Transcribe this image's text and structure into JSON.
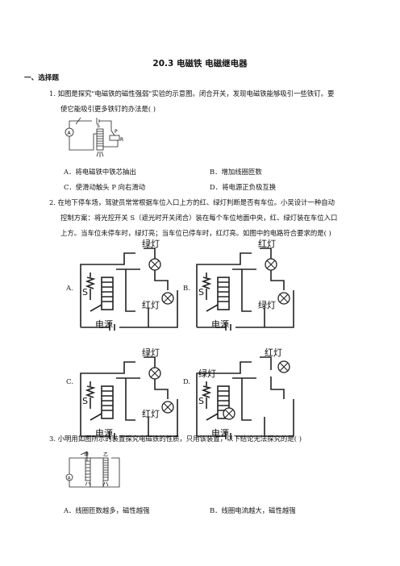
{
  "title": "20.3  电磁铁  电磁继电器",
  "section": "一、选择题",
  "q1": {
    "line1": "1. 如图是探究\"电磁铁的磁性强弱\"实验的示意图。闭合开关，发现电磁铁能够吸引一些铁钉。要",
    "line2": "使它能吸引更多铁钉的办法是(    )",
    "fig_labels": [
      "A",
      "S",
      "P",
      "R"
    ],
    "options": {
      "A": "A．将电磁铁中铁芯抽出",
      "B": "B．增加线圈匝数",
      "C": "C．使滑动触头  P  向右滑动",
      "D": "D．将电源正负极互换"
    }
  },
  "q2": {
    "line1": "2. 在地下停车场，驾驶员常常根据车位入口上方的红、绿灯判断是否有车位。小吴设计一种自动",
    "line2": "控制方案：将光控开关  S（遮光时开关闭合）装在每个车位地面中央，红、绿灯装在车位入口",
    "line3": "上方。当车位未停车时，绿灯亮；当车位已停车时，红灯亮。如图中的电路符合要求的是(    )",
    "circuits": [
      {
        "letter": "A.",
        "top": "绿灯",
        "side": "红灯",
        "switch": "S",
        "power": "电源"
      },
      {
        "letter": "B.",
        "top": "红灯",
        "side": "绿灯",
        "switch": "S",
        "power": "电源"
      },
      {
        "letter": "C.",
        "top": "绿灯",
        "side": "红灯",
        "switch": "S",
        "power": "电源"
      },
      {
        "letter": "D.",
        "top": "红灯",
        "side": "绿灯",
        "switch": "S",
        "power": "电源"
      }
    ]
  },
  "q3": {
    "line1": "3. 小明用如图所示的装置探究电磁铁的性质，只用该装置，以下结论无法探究的是(    )",
    "fig_labels": [
      "A",
      "甲",
      "乙"
    ],
    "options": {
      "A": "A．线圈匝数越多，磁性越强",
      "B": "B．线圈电流越大，磁性越强"
    }
  }
}
